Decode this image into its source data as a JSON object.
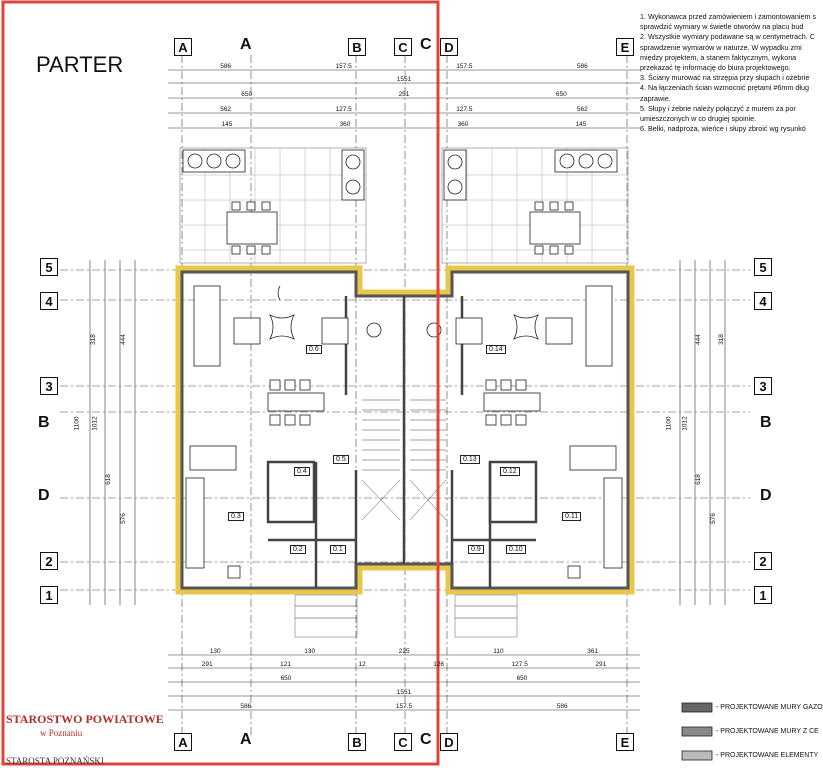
{
  "title": "PARTER",
  "grid_letters_top": [
    "A",
    "A",
    "B",
    "C",
    "C",
    "D",
    "E"
  ],
  "grid_letters_bottom": [
    "A",
    "A",
    "B",
    "C",
    "C",
    "D",
    "E"
  ],
  "grid_numbers_left": [
    "5",
    "4",
    "3",
    "2",
    "1"
  ],
  "grid_numbers_right": [
    "5",
    "4",
    "3",
    "2",
    "1"
  ],
  "section_marks_left": [
    "B",
    "D"
  ],
  "section_marks_right": [
    "B",
    "D"
  ],
  "dims_top": {
    "row1": [
      "586",
      "157.5",
      "157.5",
      "586"
    ],
    "row2": [
      "1551"
    ],
    "row3": [
      "650",
      "251",
      "650"
    ],
    "row4": [
      "562",
      "127.5",
      "127.5",
      "562"
    ],
    "row5": [
      "145",
      "360",
      "360",
      "145"
    ]
  },
  "dims_bottom": {
    "row1": [
      "130",
      "130",
      "225",
      "110",
      "361"
    ],
    "row2": [
      "291",
      "121",
      "12",
      "126",
      "127.5",
      "291"
    ],
    "row3": [
      "650",
      "650"
    ],
    "row4": [
      "1551"
    ],
    "row5": [
      "586",
      "157.5",
      "586"
    ]
  },
  "dims_side_left": [
    "1100",
    "1012",
    "618",
    "576",
    "318",
    "444"
  ],
  "dims_side_right": [
    "1100",
    "1012",
    "618",
    "576",
    "318",
    "444"
  ],
  "room_numbers_left": [
    "0.6",
    "0.5",
    "0.4",
    "0.3",
    "0.2",
    "0.1"
  ],
  "room_numbers_right": [
    "0.14",
    "0.13",
    "0.12",
    "0.11",
    "0.9",
    "0.10"
  ],
  "notes": [
    "1. Wykonawca przed zamówieniem i zamontowaniem s",
    "sprawdzić wymiary w świetle otworów na placu bud",
    "2. Wszystkie wymiary podawane są w centymetrach. C",
    "sprawdzenie wymiarów w naturze. W wypadku  zmi",
    "między projektem, a stanem faktycznym, wykona",
    "przekazać tę informację do biura projektowego.",
    "3. Ściany murować na strzępia przy słupach i ożebrie",
    "4. Na łączeniach ścian wzmocnić prętami #6mm dług",
    "zaprawie.",
    "5. Słupy i żebrie należy połączyć z murem za por",
    "umieszczonych w co drugiej spoinie.",
    "6. Belki, nadproża, wieńce i słupy zbroić wg rysunkó"
  ],
  "legend": [
    "- PROJEKTOWANE MURY GAZO",
    "- PROJEKTOWANE MURY Z CE",
    "- PROJEKTOWANE ELEMENTY"
  ],
  "stamp": {
    "line1": "STAROSTWO POWIATOWE",
    "line2": "w Poznaniu",
    "line3": "STAROSTA POZNAŃSKI"
  },
  "colors": {
    "highlight_frame": "#e0433b",
    "wall_outline": "#e8c84a",
    "wall_fill": "#555555",
    "stamp_red": "#b0302a"
  }
}
